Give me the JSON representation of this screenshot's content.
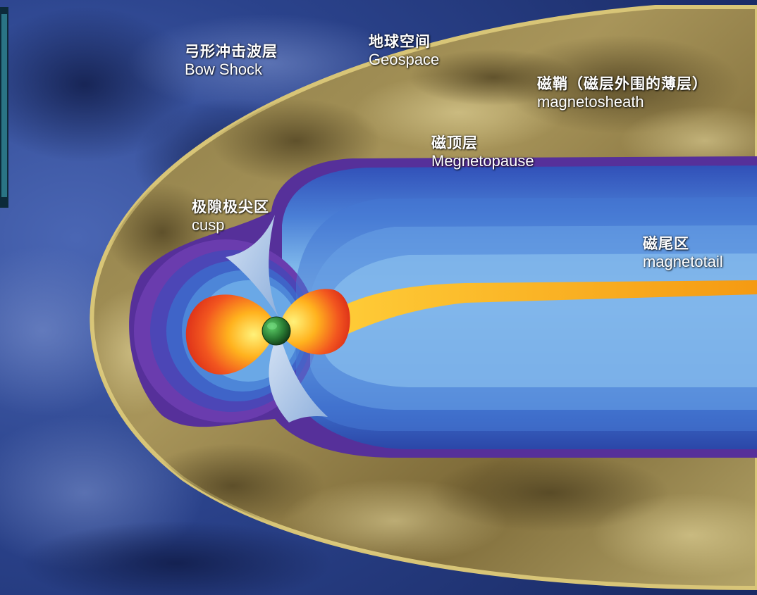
{
  "labels": {
    "bow_shock": {
      "zh": "弓形冲击波层",
      "en": "Bow Shock"
    },
    "geospace": {
      "zh": "地球空间",
      "en": "Geospace"
    },
    "magnetosheath": {
      "zh": "磁鞘（磁层外围的薄层）",
      "en": "magnetosheath"
    },
    "magnetopause": {
      "zh": "磁顶层",
      "en": "Megnetopause"
    },
    "cusp": {
      "zh": "极隙极尖区",
      "en": "cusp"
    },
    "magnetotail": {
      "zh": "磁尾区",
      "en": "magnetotail"
    }
  },
  "colors": {
    "space": "#2a3f86",
    "sheath": "#9c8a4c",
    "bow_edge": "#c9b566",
    "magnetosphere_outer": "#5a2f9a",
    "magnetosphere_blue": "#3b6fd1",
    "plasma_sheet": "#f5a81c",
    "belt_core": "#ffe25a",
    "belt_outer": "#e8321f",
    "earth": "#2f8f3a"
  }
}
